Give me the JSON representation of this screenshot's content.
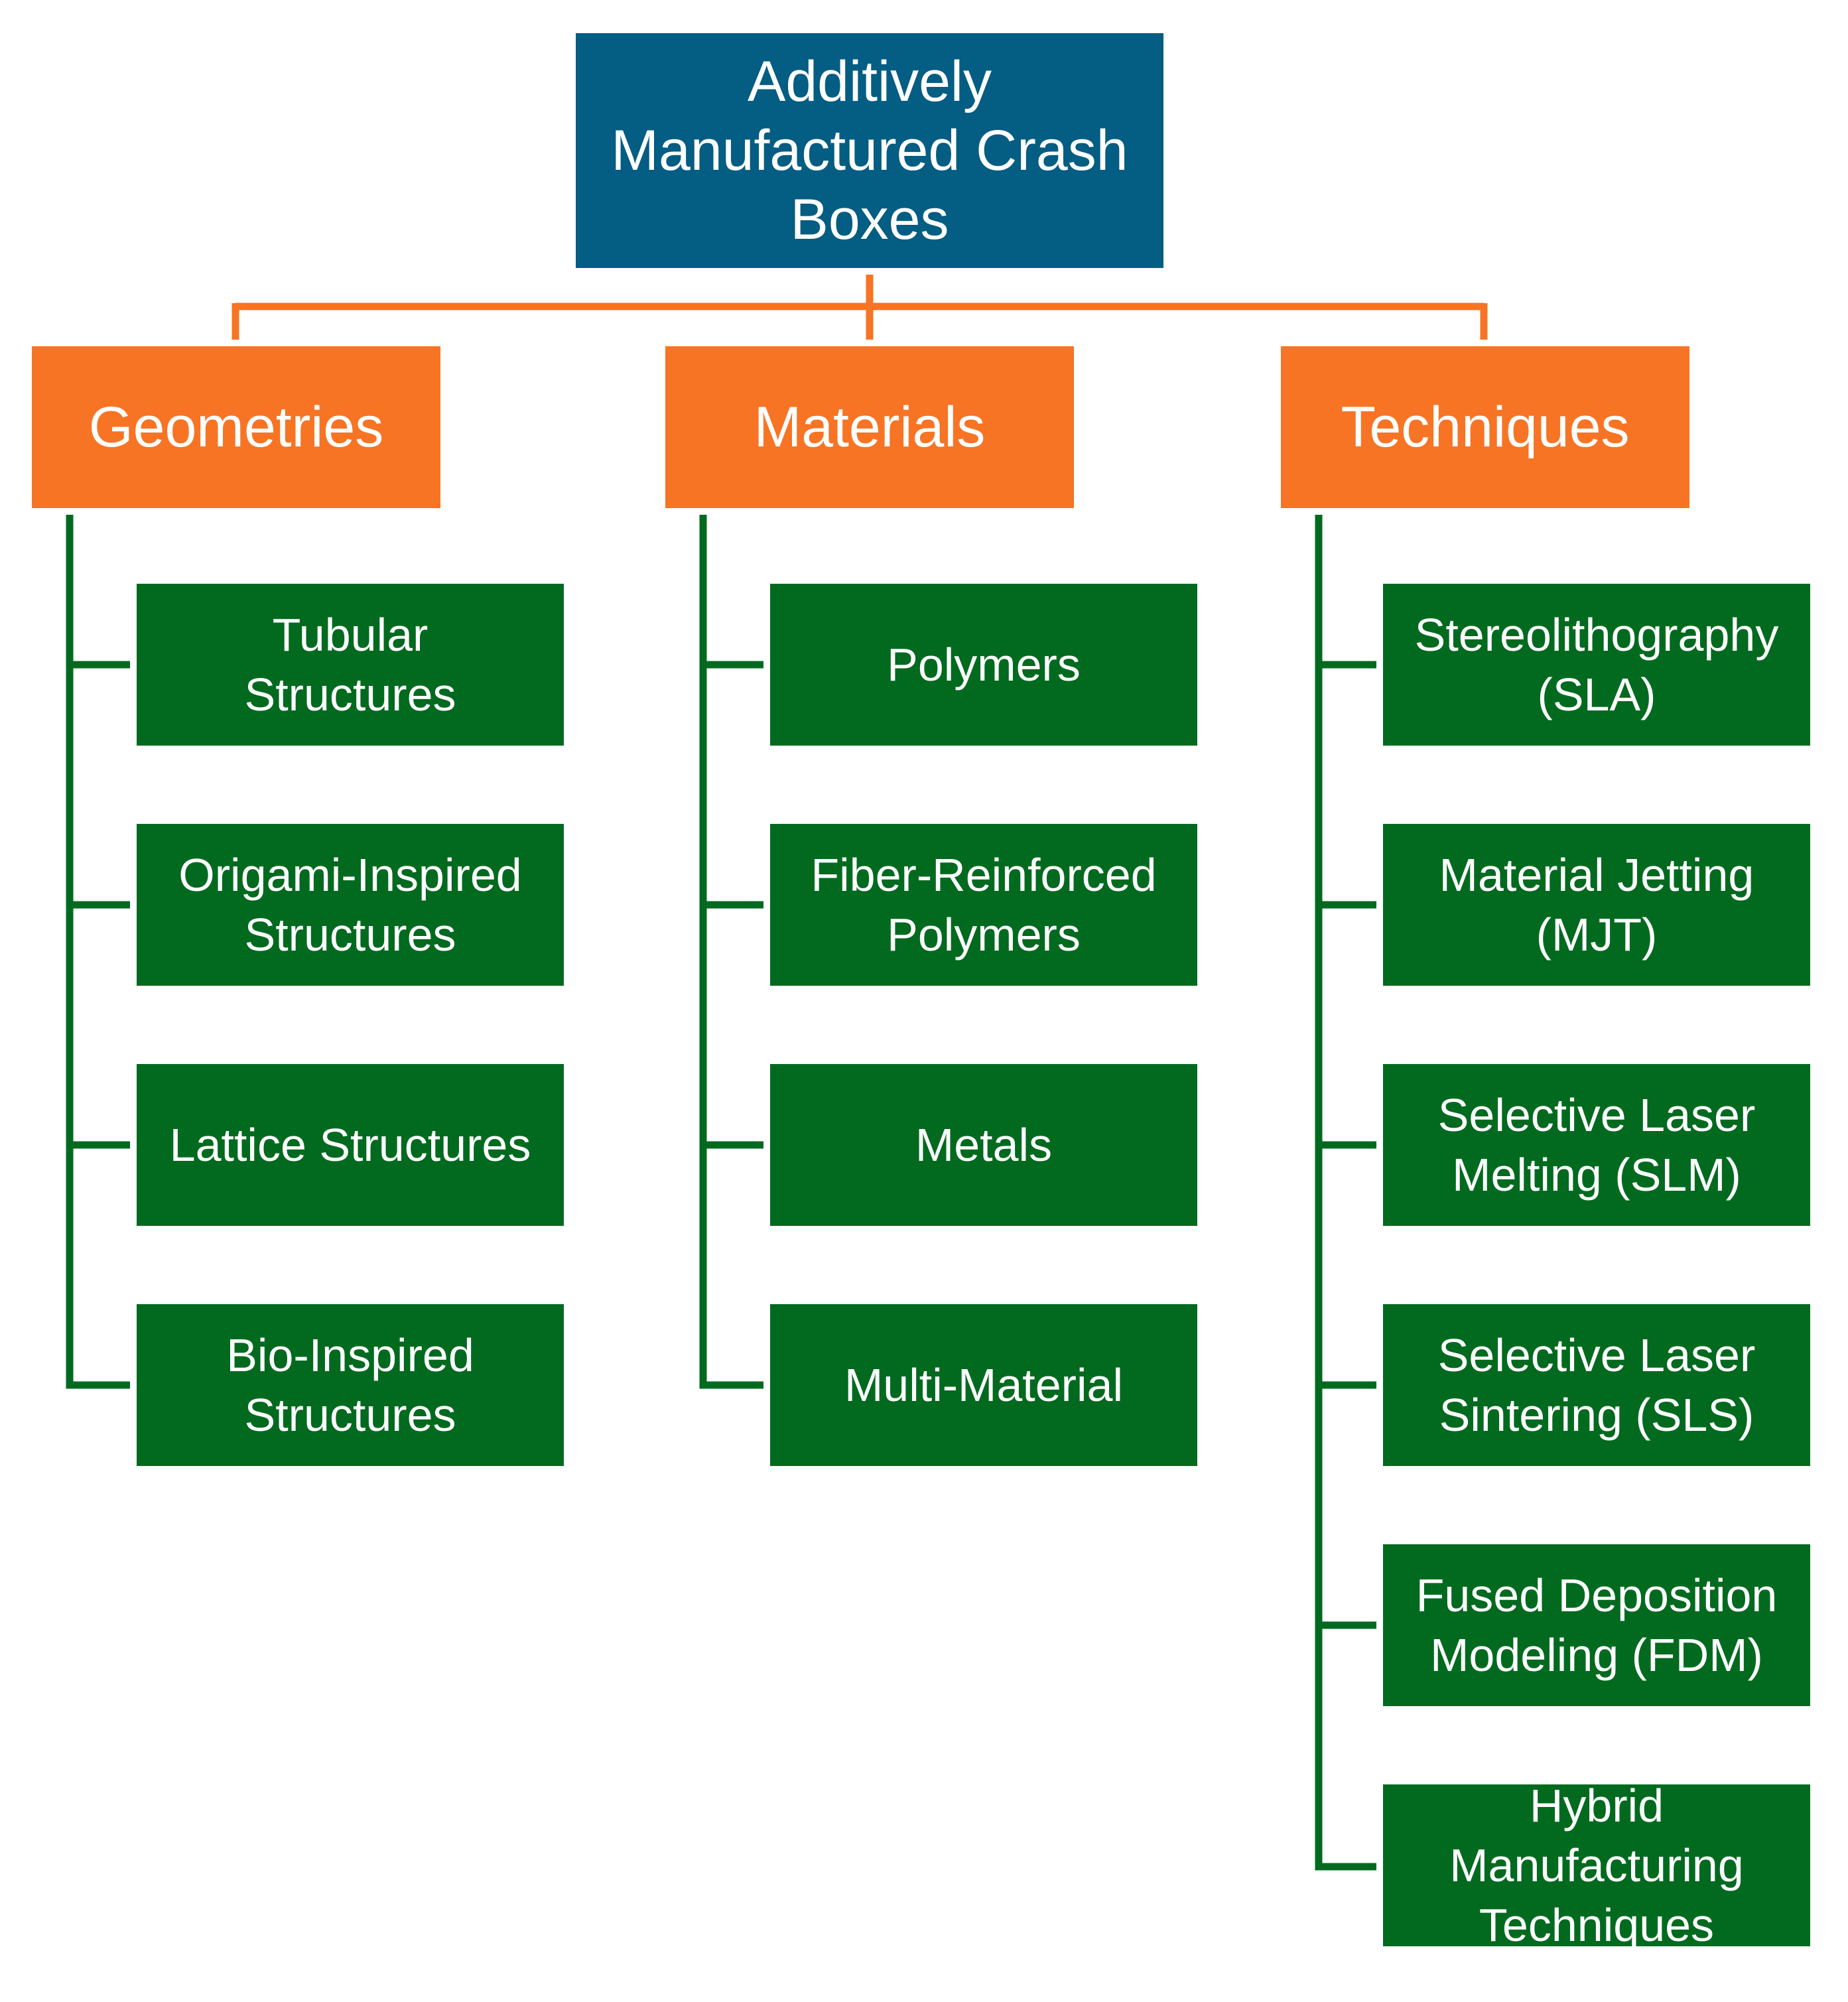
{
  "colors": {
    "root": "#045d82",
    "category": "#f77424",
    "leaf": "#026a1f",
    "category_connector": "#f77424",
    "leaf_connector": "#026a1f",
    "text": "#ffffff"
  },
  "root": {
    "label": "Additively Manufactured Crash Boxes"
  },
  "categories": [
    {
      "label": "Geometries",
      "items": [
        "Tubular Structures",
        "Origami-Inspired Structures",
        "Lattice Structures",
        "Bio-Inspired Structures"
      ]
    },
    {
      "label": "Materials",
      "items": [
        "Polymers",
        "Fiber-Reinforced Polymers",
        "Metals",
        "Multi-Material"
      ]
    },
    {
      "label": "Techniques",
      "items": [
        "Stereolithography (SLA)",
        "Material Jetting (MJT)",
        "Selective Laser Melting (SLM)",
        "Selective Laser Sintering (SLS)",
        "Fused Deposition Modeling (FDM)",
        "Hybrid Manufacturing Techniques"
      ]
    }
  ]
}
